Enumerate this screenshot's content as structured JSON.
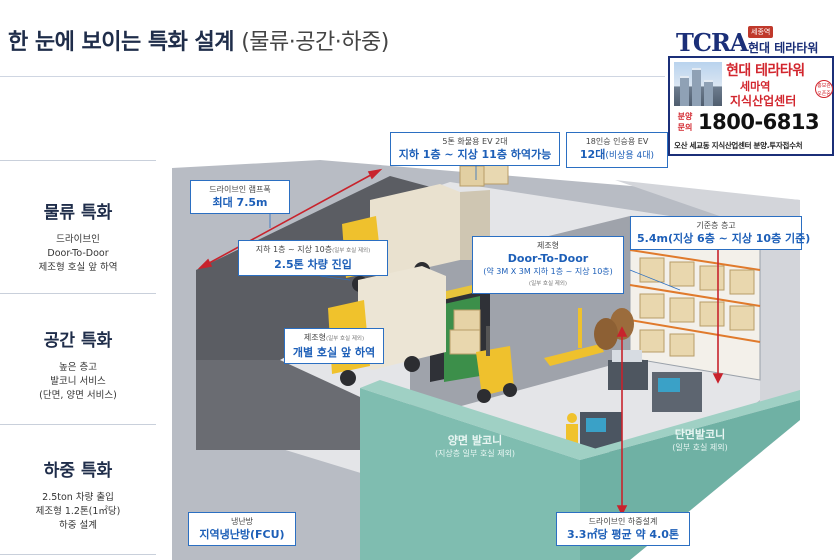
{
  "header": {
    "title_main": "한 눈에 보이는 특화 설계",
    "title_paren": "(물류·공간·하중)"
  },
  "ad": {
    "logo": "TCRA",
    "badge": "세종역",
    "brand": "현대 테라타워",
    "line1": "현대 테라타워",
    "line2": "세마역",
    "line3": "지식산업센터",
    "stamp": "홍보관 오픈중",
    "phone_label": "분양 문의",
    "phone": "1800-6813",
    "address": "오산 세교동 지식산업센터 분양.투자접수처"
  },
  "left": {
    "sections": [
      {
        "title": "물류 특화",
        "lines": [
          "드라이브인",
          "Door-To-Door",
          "제조형 호실 앞 하역"
        ]
      },
      {
        "title": "공간 특화",
        "lines": [
          "높은 층고",
          "발코니 서비스",
          "(단면, 양면 서비스)"
        ]
      },
      {
        "title": "하중 특화",
        "lines": [
          "2.5ton 차량 출입",
          "제조형 1.2톤(1㎡당)",
          "하중 설계"
        ]
      }
    ]
  },
  "callouts": {
    "ev_cargo": {
      "small": "5톤 화물용 EV 2대",
      "big": "지하 1층 ~ 지상 11층 하역가능"
    },
    "ev_passenger": {
      "small": "18인승 인승용 EV",
      "big": "12대",
      "big_note": "(비상용 4대)"
    },
    "ramp": {
      "small": "드라이브인 램프폭",
      "big": "최대 7.5m"
    },
    "truck": {
      "small": "지하 1층 ~ 지상 10층",
      "note": "(일부 호실 제외)",
      "big": "2.5톤 차량 진입"
    },
    "door": {
      "small": "제조형",
      "big": "Door-To-Door",
      "sub": "(약 3M X 3M 지하 1층 ~ 지상 10층)",
      "note": "(일부 호실 제외)"
    },
    "ceiling": {
      "small": "기준층 층고",
      "big": "5.4m(지상 6층 ~ 지상 10층 기준)"
    },
    "unload": {
      "small": "제조형",
      "note": "(일부 호실 제외)",
      "big": "개별 호실 앞 하역"
    },
    "hvac": {
      "small": "냉난방",
      "big": "지역냉난방(FCU)"
    },
    "load": {
      "small": "드라이브인 하중설계",
      "big": "3.3㎡당 평균 약 4.0톤"
    }
  },
  "floor_labels": {
    "double_balcony": {
      "main": "양면 발코니",
      "sub": "(지상층 일부 호실 제외)"
    },
    "single_balcony": {
      "main": "단면발코니",
      "sub": "(일부 호실 제외)"
    }
  },
  "colors": {
    "title": "#1f2d4a",
    "accent_blue": "#1d5fb8",
    "callout_border": "#2b6fc2",
    "phone_red": "#d2262e",
    "balcony_teal": "#7fbdb0",
    "arrow_red": "#c8232c"
  }
}
